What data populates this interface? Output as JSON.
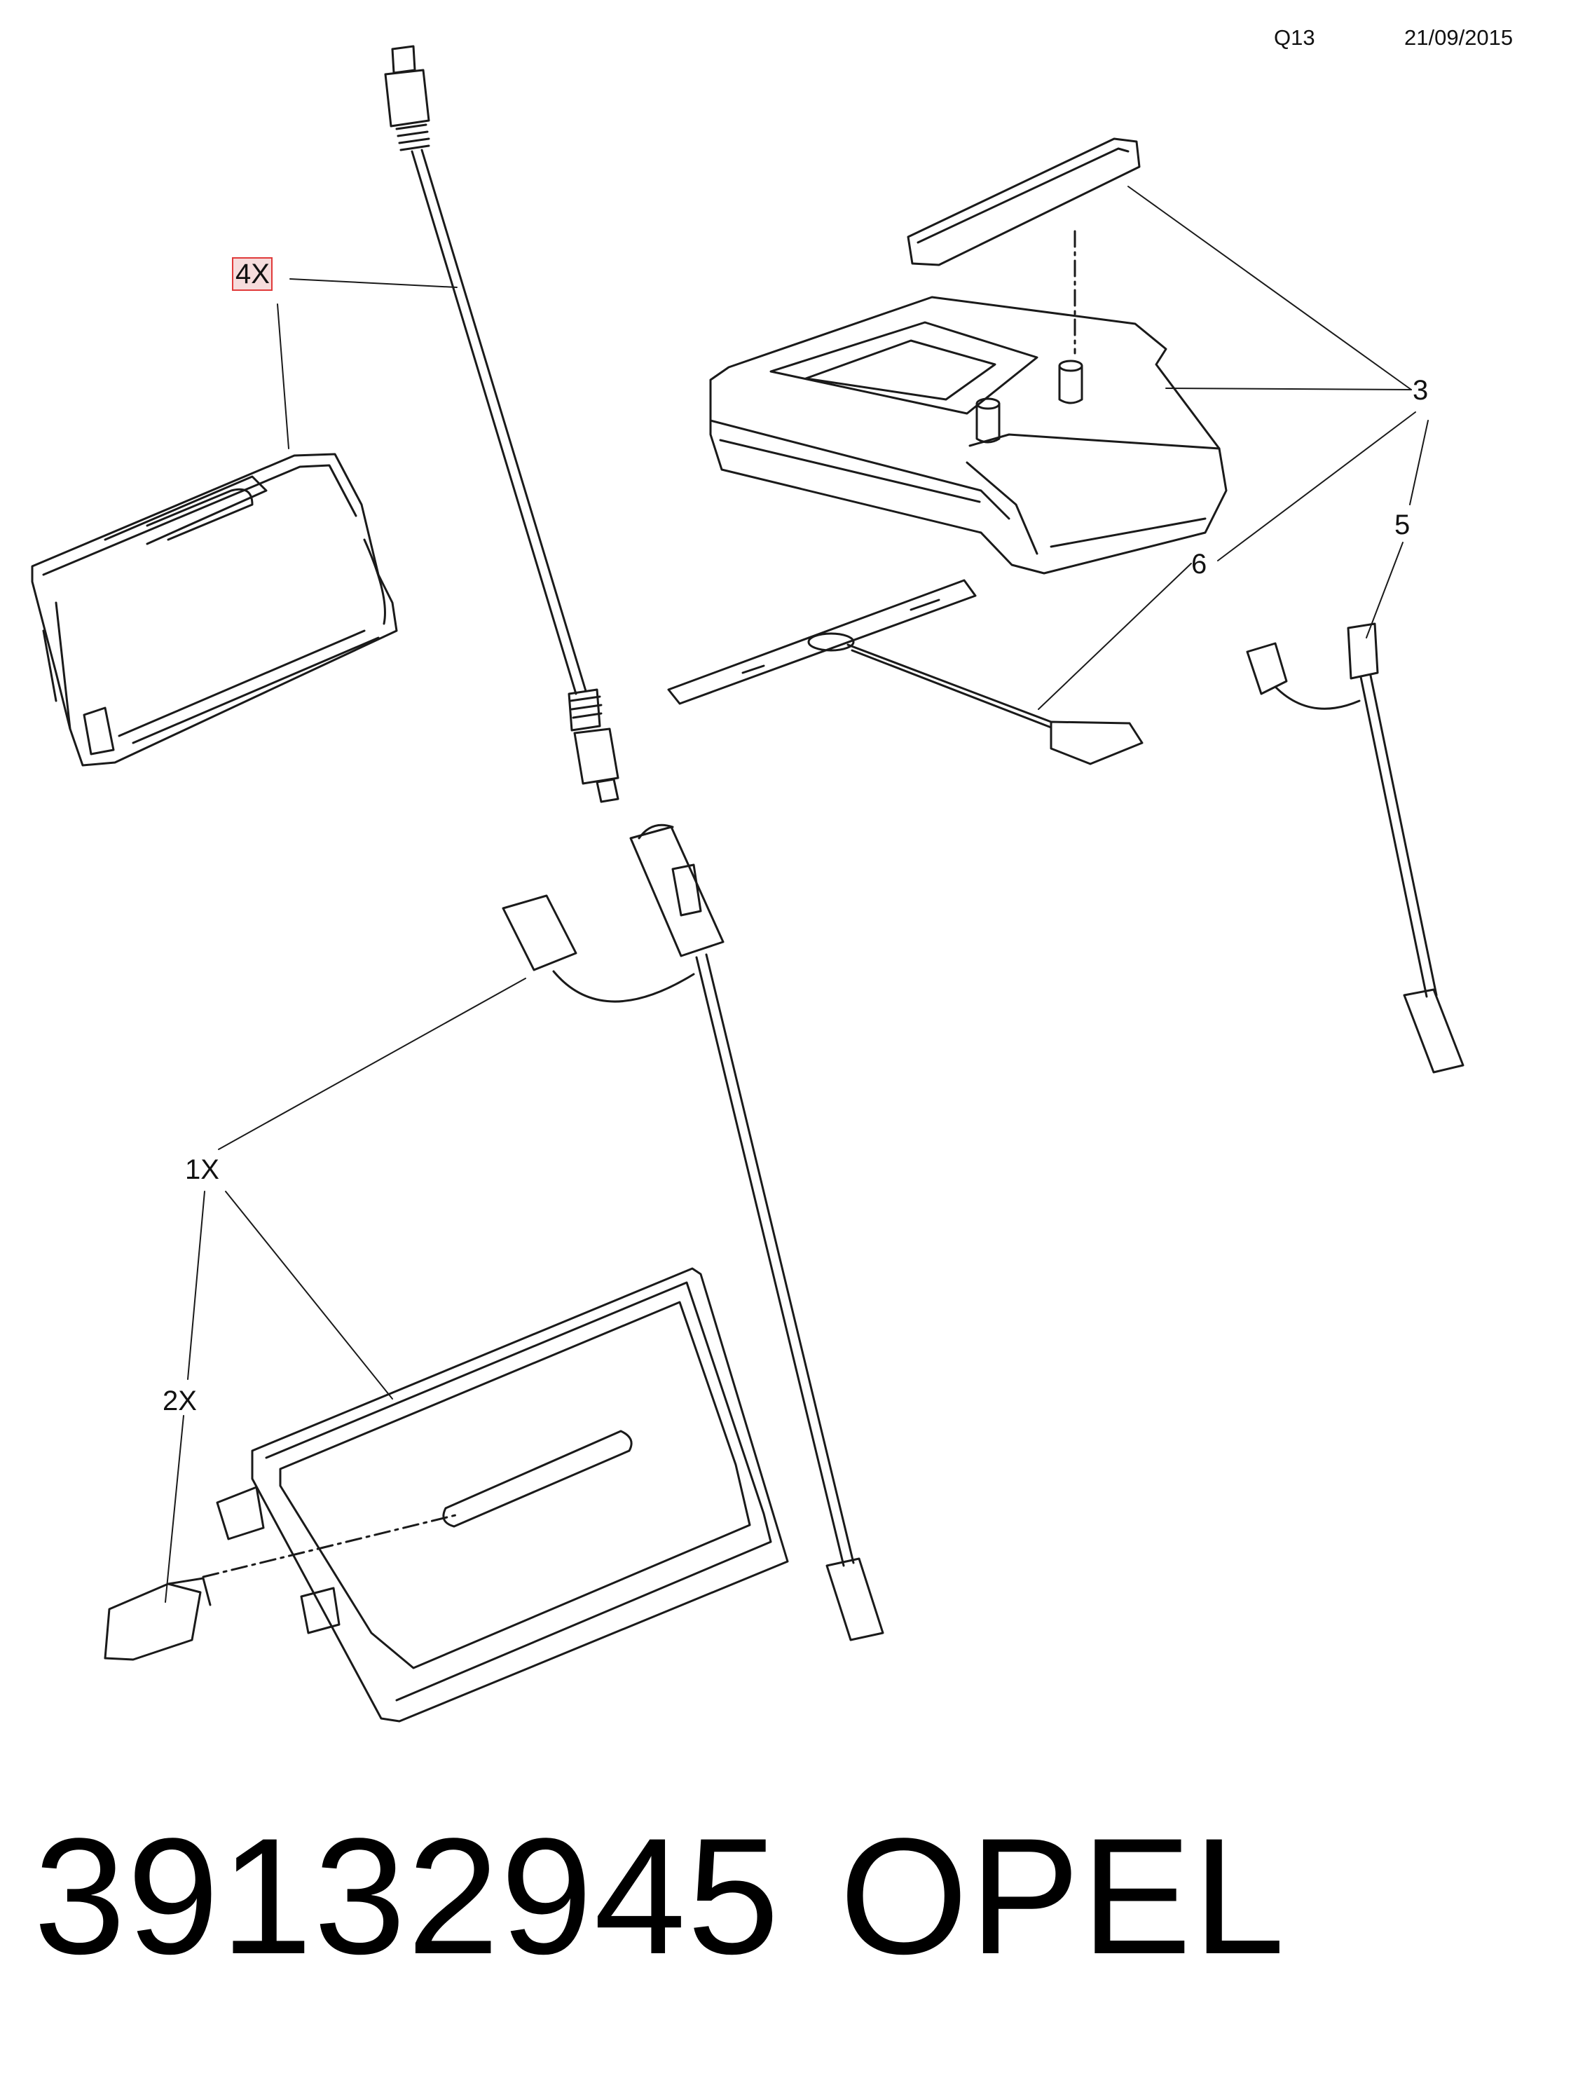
{
  "header": {
    "code": "Q13",
    "date": "21/09/2015"
  },
  "footer": {
    "part_number": "39132945",
    "brand": "OPEL"
  },
  "callouts": {
    "c1": "1X",
    "c2": "2X",
    "c3": "3",
    "c4": "4X",
    "c5": "5",
    "c6": "6"
  },
  "colors": {
    "line": "#1a1a1a",
    "highlight_border": "#e03a3a",
    "highlight_fill": "#f6dcdc"
  }
}
